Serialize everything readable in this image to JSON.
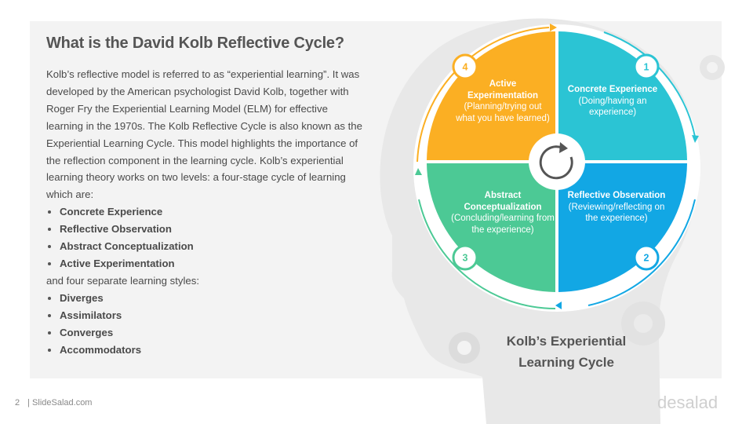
{
  "slide": {
    "title": "What is the David Kolb Reflective Cycle?",
    "intro": "Kolb’s reflective model is referred to as “experiential learning”. It was developed by the American psychologist David Kolb, together with Roger Fry the Experiential Learning Model (ELM) for effective learning in the 1970s. The Kolb Reflective Cycle is also known as the Experiential Learning Cycle. This model highlights the importance of the reflection component in the learning cycle. Kolb’s experiential learning theory works on two levels: a four-stage cycle of learning which are:",
    "stages": [
      "Concrete Experience",
      "Reflective Observation",
      "Abstract Conceptualization",
      "Active Experimentation"
    ],
    "mid_text": "and four separate learning styles:",
    "styles": [
      "Diverges",
      "Assimilators",
      "Converges",
      "Accommodators"
    ]
  },
  "diagram": {
    "quadrants": [
      {
        "number": "1",
        "title": "Concrete Experience",
        "desc": "(Doing/having an experience)",
        "color": "#2bc4d4"
      },
      {
        "number": "2",
        "title": "Reflective Observation",
        "desc": "(Reviewing/reflecting on the experience)",
        "color": "#12a7e4"
      },
      {
        "number": "3",
        "title": "Abstract Conceptualization",
        "desc": "(Concluding/learning from the experience)",
        "color": "#4cc995"
      },
      {
        "number": "4",
        "title": "Active Experimentation",
        "desc": "(Planning/trying out what you have learned)",
        "color": "#fbaf23"
      }
    ],
    "caption": "Kolb’s Experiential Learning Cycle",
    "center_icon": "cycle-arrow-icon",
    "background_icons": [
      "head-silhouette",
      "gear-icon"
    ]
  },
  "footer": {
    "page_number": "2",
    "source": "| SlideSalad.com",
    "watermark": "desalad"
  }
}
